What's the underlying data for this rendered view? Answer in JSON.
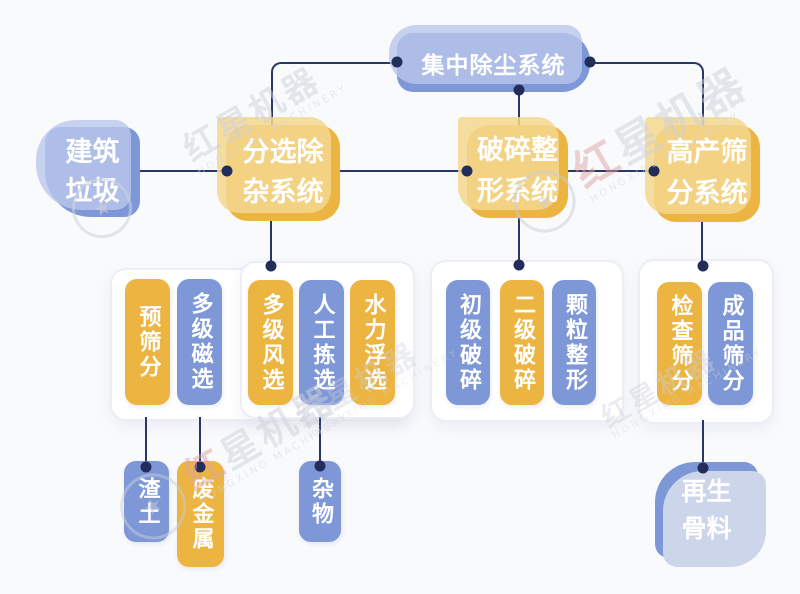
{
  "colors": {
    "yellow": "#ecb440",
    "yellow_light": "#f5d78f",
    "blue": "#7d97d7",
    "blue_light": "#b9c7ec",
    "line_navy": "#2b3668",
    "dot_navy": "#222d5c",
    "panel_white": "#ffffff",
    "background": "#f9fafc",
    "text_white": "#ffffff"
  },
  "nodes": {
    "dust_system": {
      "label": "集中除尘系统"
    },
    "input": {
      "line1": "建筑",
      "line2": "垃圾"
    },
    "sorting": {
      "line1": "分选除",
      "line2": "杂系统"
    },
    "crushing": {
      "line1": "破碎整",
      "line2": "形系统"
    },
    "screening": {
      "line1": "高产筛",
      "line2": "分系统"
    }
  },
  "groups": {
    "sorting_sub": [
      "预筛分",
      "多级磁选",
      "多级风选",
      "人工拣选",
      "水力浮选"
    ],
    "crushing_sub": [
      "初级破碎",
      "二级破碎",
      "颗粒整形"
    ],
    "screening_sub": [
      "检查筛分",
      "成品筛分"
    ]
  },
  "outputs": {
    "residue": "渣土",
    "scrap_metal": "废金属",
    "debris": "杂物",
    "aggregate": {
      "line1": "再生",
      "line2": "骨料"
    }
  },
  "watermark": {
    "cn_first": "红",
    "cn_rest": "星机器",
    "en": "HONGXING MACHINERY",
    "star": "★"
  }
}
